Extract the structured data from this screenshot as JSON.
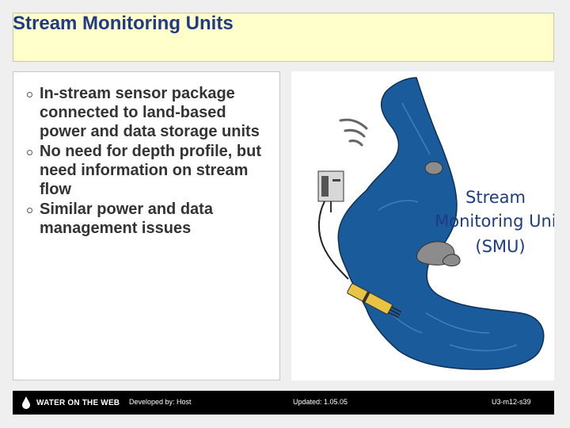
{
  "slide": {
    "title": "Stream Monitoring Units",
    "bullets": [
      "In-stream sensor package connected to land-based power and data storage units",
      "No need for depth profile, but need information on stream flow",
      "Similar power and data management issues"
    ]
  },
  "illustration": {
    "label_line1": "Stream",
    "label_line2": "Monitoring Unit",
    "label_line3": "(SMU)"
  },
  "footer": {
    "logo_text": "WATER ON THE WEB",
    "developed_by": "Developed by: Host",
    "updated": "Updated: 1.05.05",
    "slide_id": "U3-m12-s39"
  },
  "colors": {
    "title_bar": "#ffffcc",
    "title_text": "#1f3b87",
    "stream": "#1a5c9b",
    "footer": "#000000"
  }
}
